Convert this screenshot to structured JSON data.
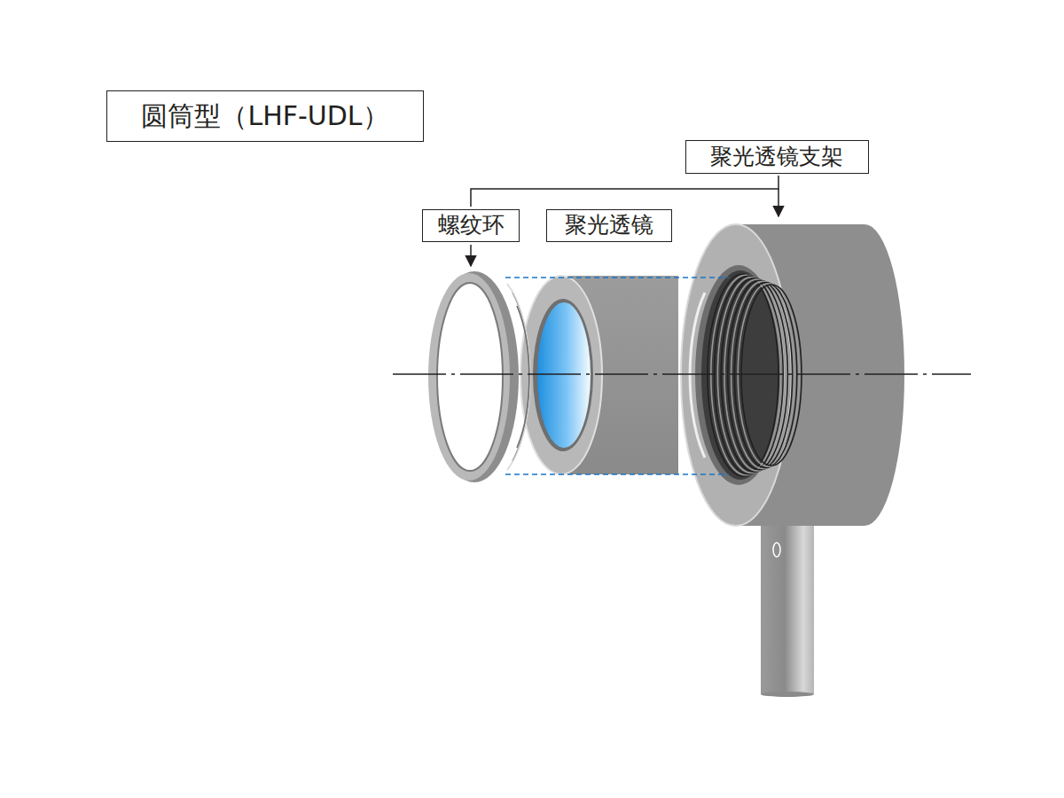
{
  "diagram": {
    "title": "圆筒型（LHF-UDL）",
    "nodes": [
      {
        "text": [
          "聚光透镜支架"
        ]
      },
      {
        "text": [
          "螺纹环"
        ]
      },
      {
        "text": [
          "聚光透镜"
        ]
      }
    ]
  }
}
